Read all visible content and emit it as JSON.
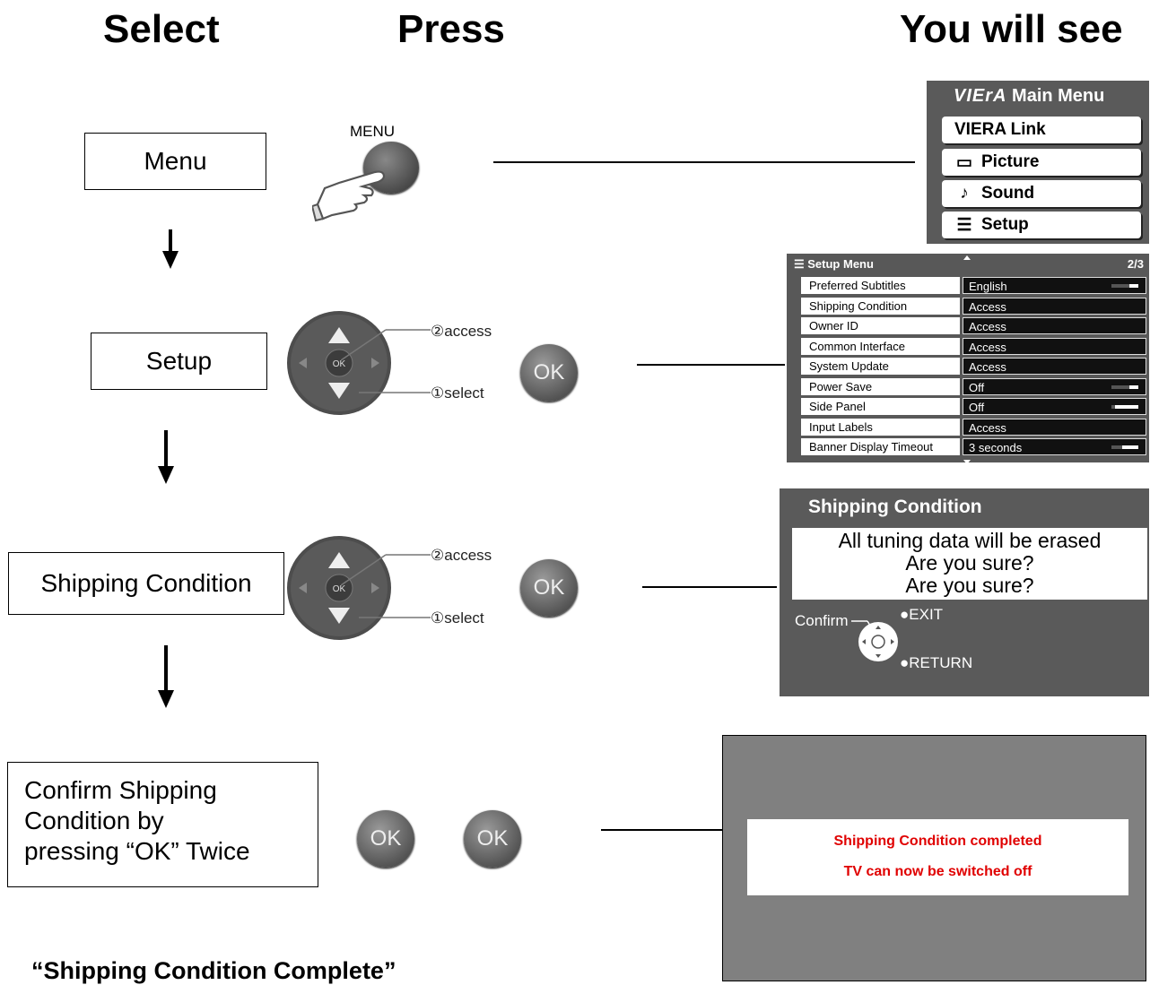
{
  "headers": {
    "select": "Select",
    "press": "Press",
    "you_will_see": "You will see"
  },
  "steps": {
    "menu": "Menu",
    "setup": "Setup",
    "shipping": "Shipping Condition",
    "confirm_line1": "Confirm Shipping",
    "confirm_line2": "Condition  by",
    "confirm_line3": "pressing  “OK” Twice"
  },
  "remote": {
    "menu_label": "MENU",
    "ok_label": "OK",
    "pad_center": "OK",
    "access_label": "②access",
    "select_label": "①select"
  },
  "main_menu": {
    "brand": "VIErA",
    "title": "Main Menu",
    "items": [
      {
        "icon": "",
        "label": "VIERA Link"
      },
      {
        "icon": "▭",
        "label": "Picture"
      },
      {
        "icon": "♪",
        "label": "Sound"
      },
      {
        "icon": "☰",
        "label": "Setup"
      }
    ]
  },
  "setup_menu": {
    "title": "☰ Setup Menu",
    "page": "2/3",
    "rows": [
      {
        "label": "Preferred Subtitles",
        "value": "English",
        "arrows": true
      },
      {
        "label": "Shipping Condition",
        "value": "Access",
        "arrows": false
      },
      {
        "label": "Owner ID",
        "value": "Access",
        "arrows": false
      },
      {
        "label": "Common Interface",
        "value": "Access",
        "arrows": false
      },
      {
        "label": "System Update",
        "value": "Access",
        "arrows": false
      },
      {
        "label": "Power Save",
        "value": "Off",
        "arrows": true
      },
      {
        "label": "Side Panel",
        "value": "Off",
        "arrows": true
      },
      {
        "label": "Input Labels",
        "value": "Access",
        "arrows": false
      },
      {
        "label": "Banner Display Timeout",
        "value": "3 seconds",
        "arrows": true
      }
    ]
  },
  "shipping_dialog": {
    "title": "Shipping Condition",
    "line1": "All tuning data will be erased",
    "line2": "Are you sure?",
    "line3": "Are you sure?",
    "confirm": "Confirm",
    "exit": "●EXIT",
    "return": "●RETURN"
  },
  "completed_screen": {
    "line1": "Shipping Condition completed",
    "line2": "TV can now be switched off"
  },
  "footer": "“Shipping Condition Complete”"
}
